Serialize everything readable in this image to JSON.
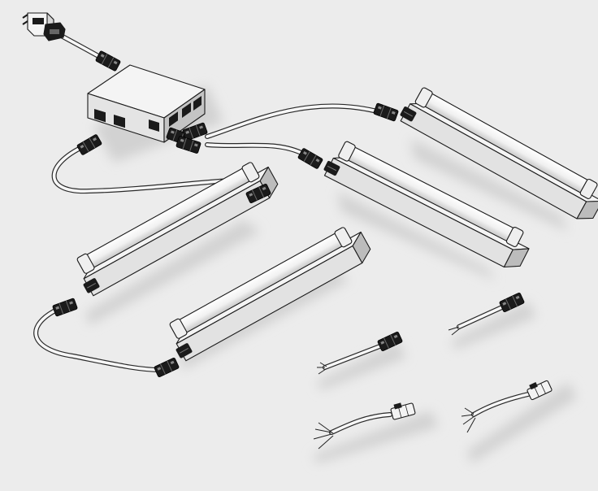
{
  "figure": {
    "background": "#ececec",
    "shadow_color": "#d4d4d4",
    "outline_color": "#1a1a1a",
    "housing_face_light": "#f4f4f4",
    "housing_face_mid": "#dcdcdc",
    "housing_face_dark": "#bdbdbd",
    "connector_color": "#1b1b1b",
    "components": [
      {
        "id": "power-plug",
        "icon": "mains-plug-icon"
      },
      {
        "id": "distribution-box",
        "icon": "junction-box-icon"
      },
      {
        "id": "luminaire-1",
        "icon": "tube-light-fixture-icon"
      },
      {
        "id": "luminaire-2",
        "icon": "tube-light-fixture-icon"
      },
      {
        "id": "luminaire-3",
        "icon": "tube-light-fixture-icon"
      },
      {
        "id": "luminaire-4",
        "icon": "tube-light-fixture-icon"
      },
      {
        "id": "cable-ends",
        "icon": "connector-cable-icon"
      }
    ]
  }
}
